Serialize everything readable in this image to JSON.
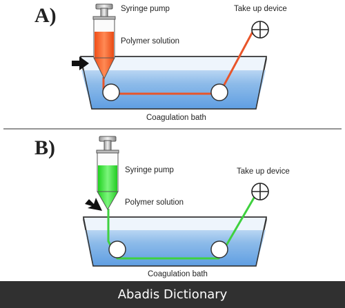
{
  "panel_a": {
    "letter": "A)",
    "syringe_label": "Syringe pump",
    "solution_label": "Polymer solution",
    "takeup_label": "Take up device",
    "bath_label": "Coagulation bath",
    "fiber_color": "#e8552a",
    "solution_color": "#f26522"
  },
  "panel_b": {
    "letter": "B)",
    "syringe_label": "Syringe pump",
    "solution_label": "Polymer solution",
    "takeup_label": "Take up device",
    "bath_label": "Coagulation bath",
    "fiber_color": "#3fd13f",
    "solution_color": "#3ee83e"
  },
  "colors": {
    "bath_water": "#7fb2e8",
    "bath_outline": "#333333",
    "footer_bg": "#303030"
  },
  "footer": {
    "text": "Abadis Dictionary"
  }
}
